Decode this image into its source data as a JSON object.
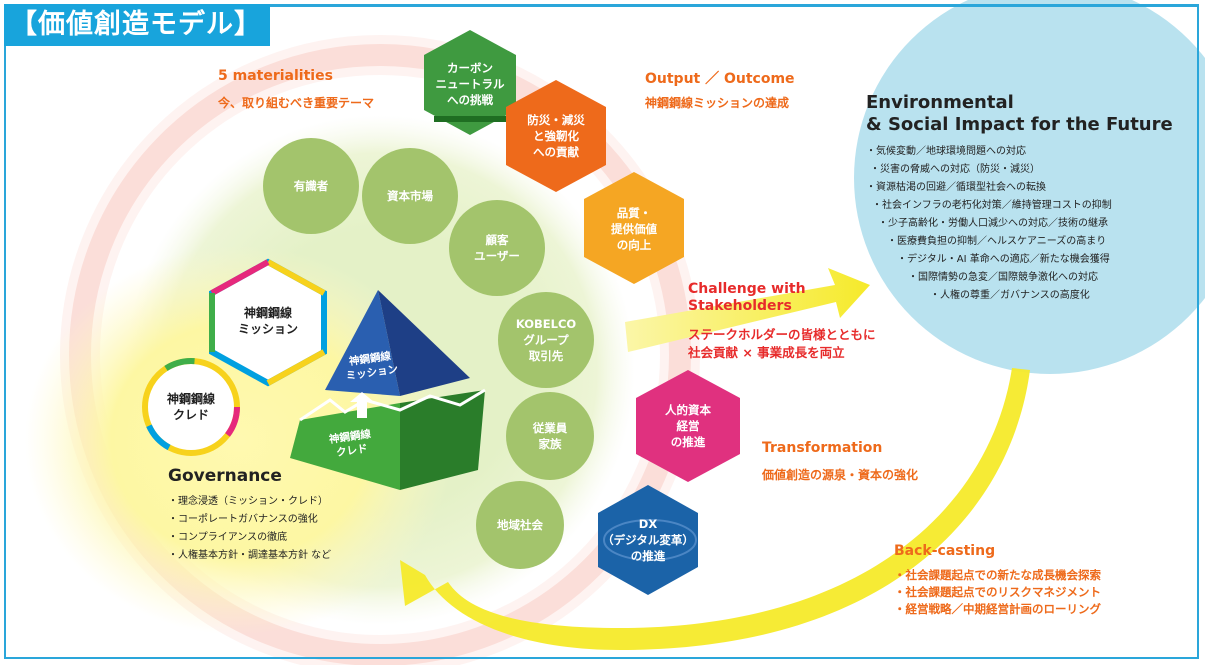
{
  "title": "【価値創造モデル】",
  "materialities": {
    "heading": "5 materialities",
    "sub": "今、取り組むべき重要テーマ"
  },
  "output": {
    "heading": "Output ／ Outcome",
    "sub": "神鋼鋼線ミッションの達成"
  },
  "impact": {
    "heading_line1": "Environmental",
    "heading_line2": "& Social Impact for the Future",
    "items": [
      "・気候変動／地球環境問題への対応",
      "・災害の脅威への対応（防災・減災）",
      "・資源枯渇の回避／循環型社会への転換",
      "・社会インフラの老朽化対策／維持管理コストの抑制",
      "・少子高齢化・労働人口減少への対応／技術の継承",
      "・医療費負担の抑制／ヘルスケアニーズの高まり",
      "・デジタル・AI 革命への適応／新たな機会獲得",
      "・国際情勢の急変／国際競争激化への対応",
      "・人権の尊重／ガバナンスの高度化"
    ]
  },
  "challenge": {
    "heading_line1": "Challenge with",
    "heading_line2": "Stakeholders",
    "sub_line1": "ステークホルダーの皆様とともに",
    "sub_line2": "社会貢献 × 事業成長を両立"
  },
  "transformation": {
    "heading": "Transformation",
    "sub": "価値創造の源泉・資本の強化"
  },
  "backcasting": {
    "heading": "Back-casting",
    "items": [
      "・社会課題起点での新たな成長機会探索",
      "・社会課題起点でのリスクマネジメント",
      "・経営戦略／中期経営計画のローリング"
    ]
  },
  "governance": {
    "heading": "Governance",
    "items": [
      "・理念浸透（ミッション・クレド）",
      "・コーポレートガバナンスの強化",
      "・コンプライアンスの徹底",
      "・人権基本方針・調達基本方針 など"
    ]
  },
  "stakeholders": {
    "s1": "有識者",
    "s2": "資本市場",
    "s3_line1": "顧客",
    "s3_line2": "ユーザー",
    "s4_line1": "KOBELCO",
    "s4_line2": "グループ",
    "s4_line3": "取引先",
    "s5_line1": "従業員",
    "s5_line2": "家族",
    "s6": "地域社会"
  },
  "hexagons": {
    "carbon_line1": "カーボン",
    "carbon_line2": "ニュートラル",
    "carbon_line3": "への挑戦",
    "disaster_line1": "防災・減災",
    "disaster_line2": "と強靭化",
    "disaster_line3": "への貢献",
    "quality_line1": "品質・",
    "quality_line2": "提供価値",
    "quality_line3": "の向上",
    "human_line1": "人的資本",
    "human_line2": "経営",
    "human_line3": "の推進",
    "dx_line1": "DX",
    "dx_line2": "（デジタル変革）",
    "dx_line3": "の推進"
  },
  "badges": {
    "mission_line1": "神鋼鋼線",
    "mission_line2": "ミッション",
    "credo_line1": "神鋼鋼線",
    "credo_line2": "クレド"
  },
  "pyramid": {
    "top_line1": "神鋼鋼線",
    "top_line2": "ミッション",
    "bottom_line1": "神鋼鋼線",
    "bottom_line2": "クレド"
  },
  "colors": {
    "frame_blue": "#2aa6da",
    "impact_circle": "#b9e2ef",
    "circle_green": "#a3c46c",
    "carbon_hex": "#3f9a40",
    "disaster_hex": "#ee6a1b",
    "quality_hex": "#f5a623",
    "human_hex": "#e0317f",
    "dx_hex": "#1b63a8",
    "arrow_yellow": "#f7ec3c",
    "pyramid_blue": "#2a5fb0",
    "pyramid_green": "#43a93d"
  }
}
